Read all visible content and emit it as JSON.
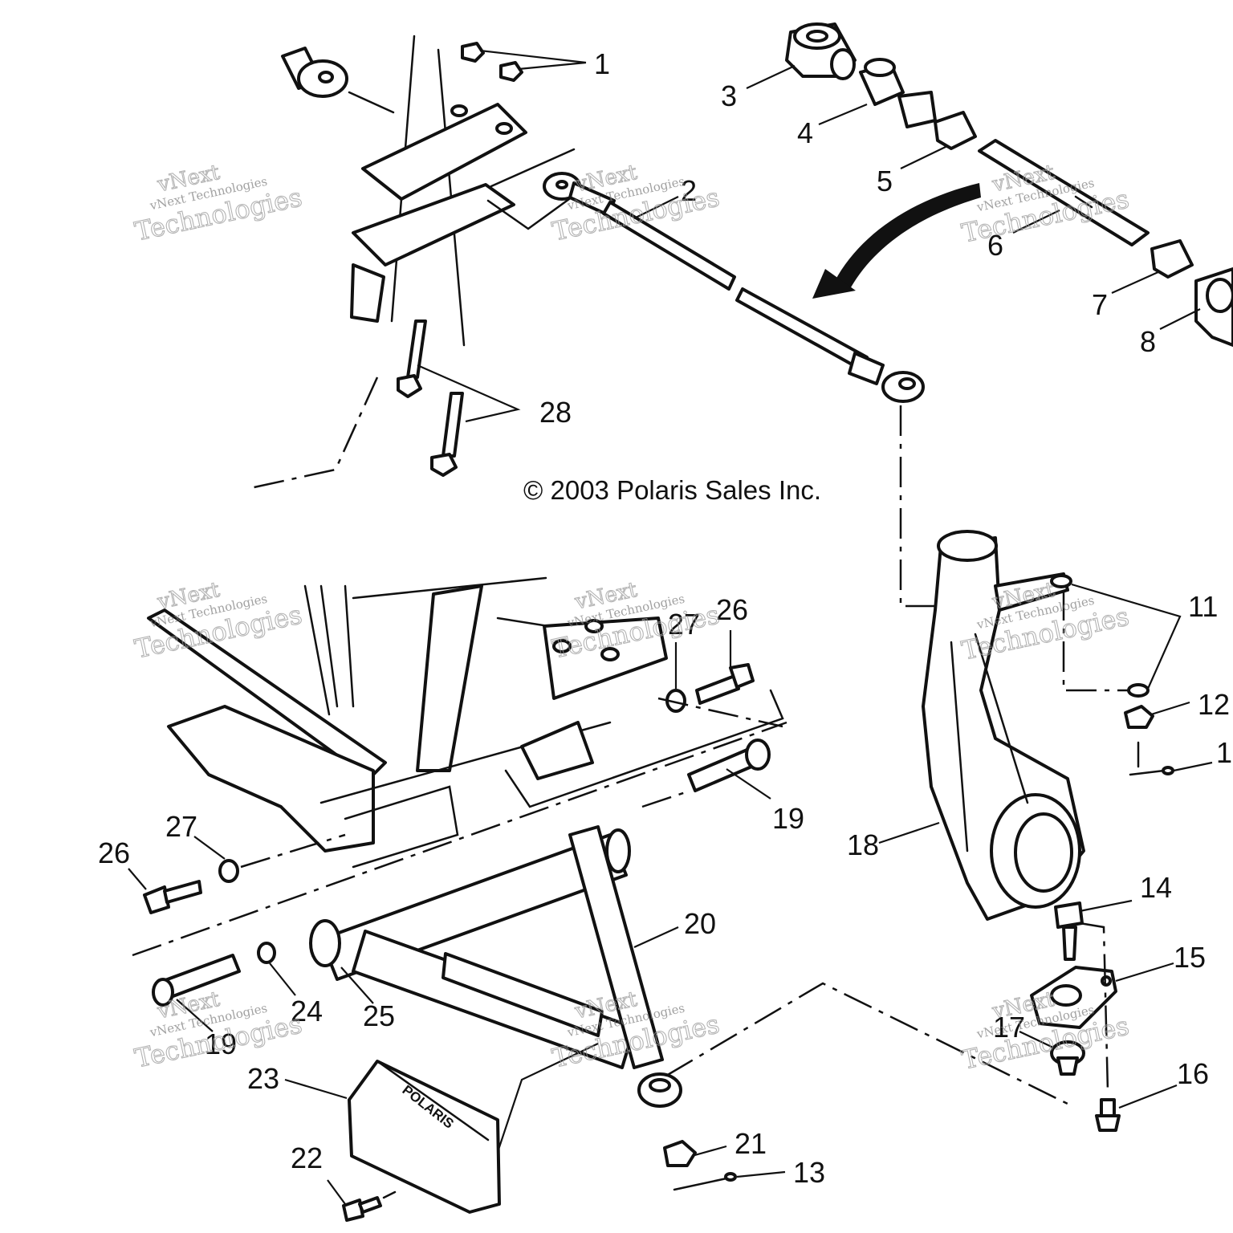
{
  "copyright": "© 2003 Polaris Sales Inc.",
  "watermark": {
    "line1": "vNext",
    "line2": "Technologies",
    "small": "vNext Technologies"
  },
  "guard_logo": "POLARIS",
  "callouts": [
    "1",
    "2",
    "3",
    "4",
    "5",
    "6",
    "7",
    "8",
    "11",
    "12",
    "1",
    "18",
    "14",
    "15",
    "17",
    "16",
    "26",
    "27",
    "19",
    "26",
    "27",
    "20",
    "24",
    "25",
    "19",
    "23",
    "21",
    "13",
    "22",
    "28"
  ],
  "colors": {
    "ink": "#111111",
    "background": "#ffffff",
    "watermark": "#9a9a9a"
  }
}
